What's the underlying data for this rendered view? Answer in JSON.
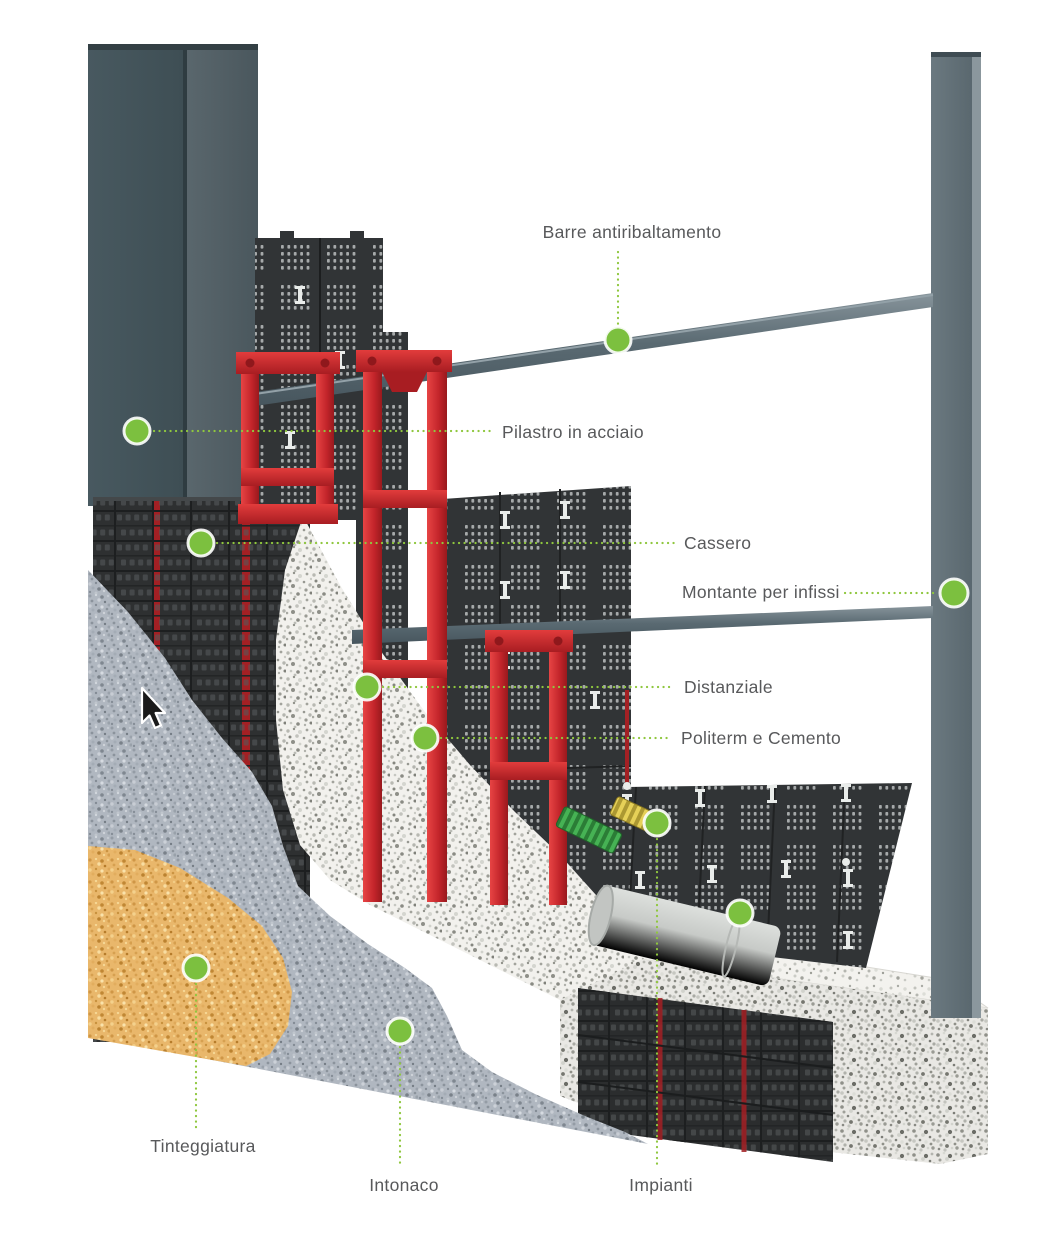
{
  "diagram": {
    "type": "construction-wall-system-cutaway",
    "language": "it",
    "callouts": {
      "barre": "Barre antiribaltamento",
      "pilastro": "Pilastro in acciaio",
      "cassero": "Cassero",
      "montante": "Montante per infissi",
      "distanziale": "Distanziale",
      "politerm": "Politerm e Cemento",
      "tinteggiatura": "Tinteggiatura",
      "intonaco": "Intonaco",
      "impianti": "Impianti"
    },
    "colors": {
      "marker_green": "#7cc03f",
      "leader_green": "#8fc73e",
      "frame_red": "#cf2428",
      "label_text": "#58595b",
      "panel_dark": "#303335",
      "steel_grey": "#5f6d74",
      "plaster_grey": "#aeb5be",
      "paint_tan": "#e9b76b",
      "concrete_white": "#f0efec"
    },
    "cursor_visible": true
  }
}
